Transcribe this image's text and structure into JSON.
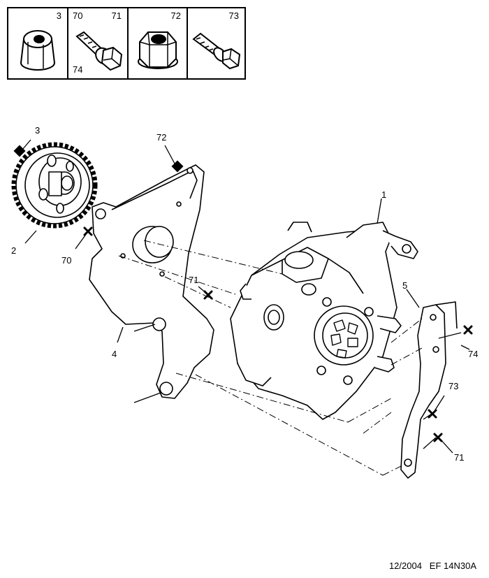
{
  "legend": {
    "cells": [
      {
        "labels": [
          "3"
        ],
        "icon": "flange-nut-icon"
      },
      {
        "labels": [
          "70",
          "71",
          "74"
        ],
        "icon": "flange-bolt-icon"
      },
      {
        "labels": [
          "72"
        ],
        "icon": "hex-nut-icon"
      },
      {
        "labels": [
          "73"
        ],
        "icon": "bolt-washer-icon"
      }
    ]
  },
  "callouts": {
    "c1": "1",
    "c2": "2",
    "c3": "3",
    "c4": "4",
    "c5": "5",
    "c70": "70",
    "c71a": "71",
    "c71b": "71",
    "c72": "72",
    "c73": "73",
    "c74": "74"
  },
  "footer": {
    "date": "12/2004",
    "code": "EF 14N30A"
  }
}
